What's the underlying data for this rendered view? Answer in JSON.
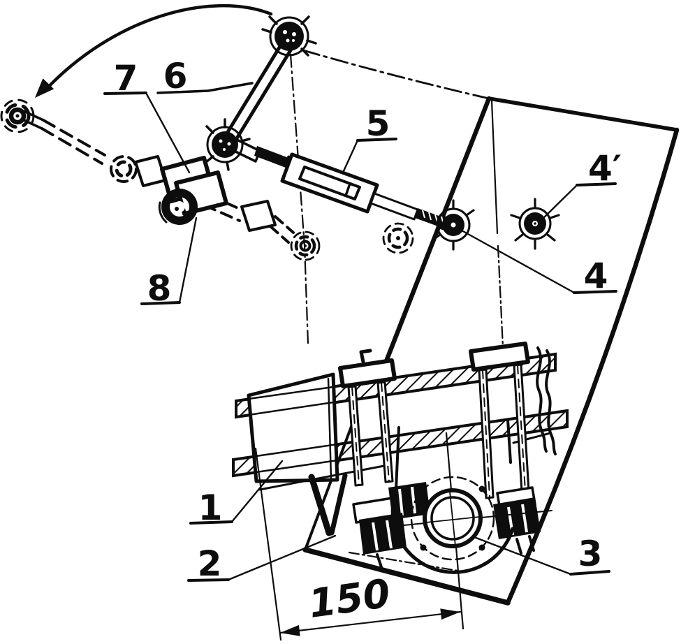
{
  "figure": {
    "kind": "mechanical-assembly-drawing",
    "ink_color": "#0d0d0d",
    "paper_color": "#ffffff",
    "part_labels": {
      "p1": "1",
      "p2": "2",
      "p3": "3",
      "p4": "4",
      "p4prime": "4′",
      "p5": "5",
      "p6": "6",
      "p7": "7",
      "p8": "8"
    },
    "dimension": {
      "value": "150"
    }
  }
}
